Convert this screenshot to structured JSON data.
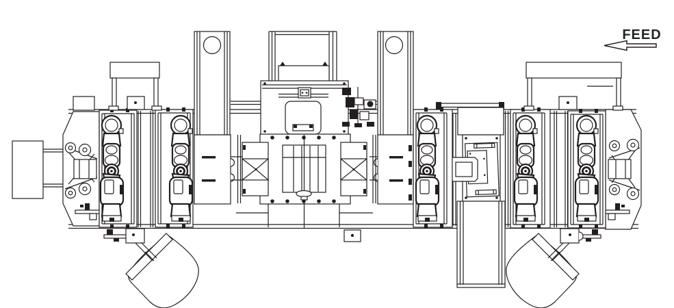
{
  "page": {
    "background": "#ffffff",
    "ink": "#231f20"
  },
  "feed": {
    "label": "FEED",
    "direction": "left",
    "color": "#1e241e"
  },
  "drawing": {
    "type": "plan-view-engineering-drawing",
    "subject": "press-line-with-robots",
    "robot_count": 5,
    "components": [
      "feed-arrow",
      "supply-cabinet",
      "line-end-left",
      "overhead-beam-left",
      "robot-cell-1",
      "robot-cell-2",
      "support-column-1",
      "center-press",
      "moving-bolster",
      "die-clamp-left",
      "die-clamp-right",
      "support-column-2",
      "robot-cell-3",
      "tooling-station",
      "exit-conveyor",
      "robot-cell-4",
      "robot-cell-5",
      "overhead-beam-right",
      "line-end-right",
      "tilt-unit-left",
      "tilt-unit-right"
    ]
  }
}
